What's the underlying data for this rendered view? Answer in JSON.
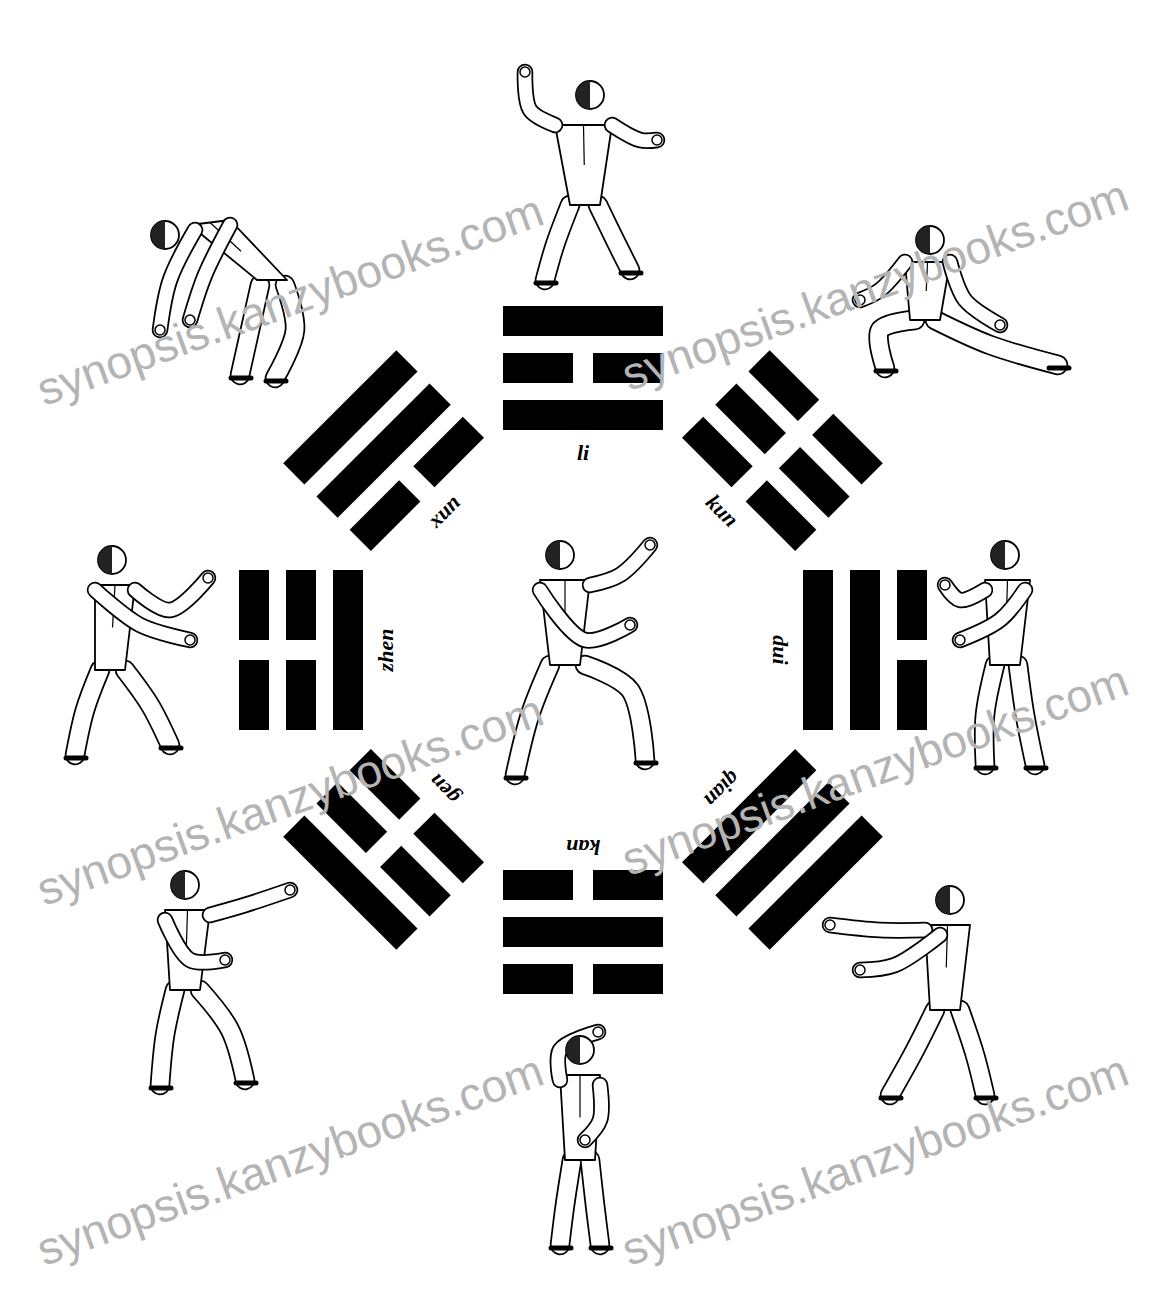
{
  "diagram": {
    "labels": [
      "li",
      "xun",
      "kun",
      "zhen",
      "dui",
      "gen",
      "qian",
      "kan",
      "synopsis.kanzybooks.com",
      "synopsis.kanzybooks.com",
      "synopsis.kanzybooks.com",
      "synopsis.kanzybooks.com",
      "synopsis.kanzybooks.com",
      "synopsis.kanzybooks.com"
    ]
  }
}
